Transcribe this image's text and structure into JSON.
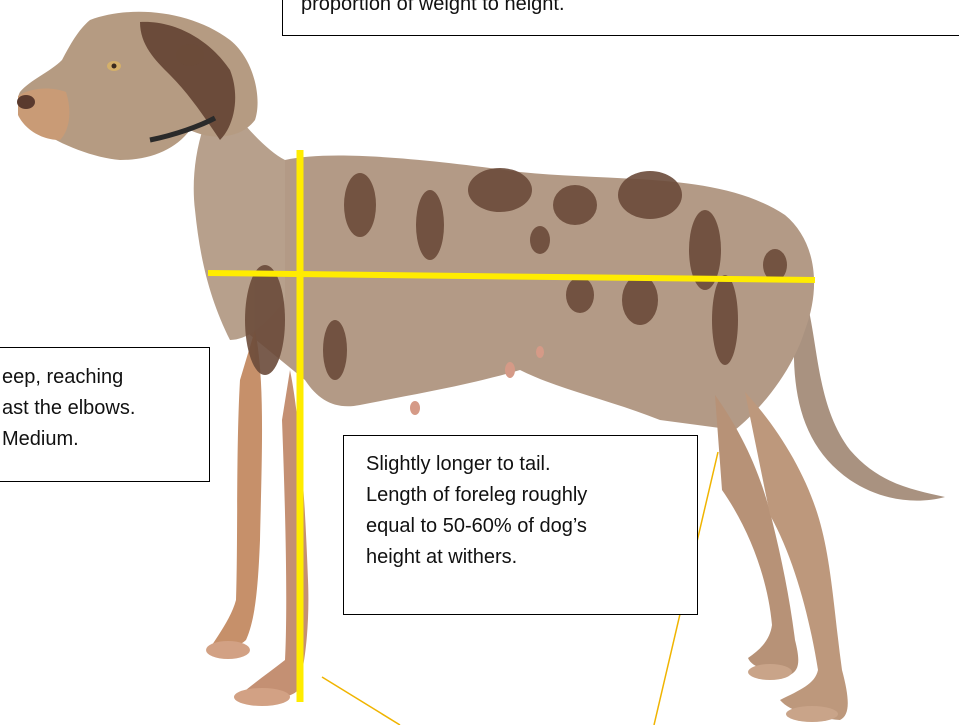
{
  "colors": {
    "measure_line": "#ffec00",
    "leader_line": "#f0b400",
    "coat_base": "#b39a86",
    "coat_patch": "#6b4b3a",
    "leg_tan": "#c6906a"
  },
  "illustration": {
    "subject": "catahoula-dog-side-profile",
    "measure_lines": [
      "height-at-withers",
      "body-length"
    ]
  },
  "callouts": [
    {
      "id": "top",
      "lines": [
        "proportion of weight to height."
      ]
    },
    {
      "id": "left",
      "lines": [
        "eep, reaching",
        "ast the elbows.",
        "Medium."
      ]
    },
    {
      "id": "mid",
      "lines": [
        "Slightly longer to tail.",
        "Length of foreleg roughly",
        "equal to 50-60% of dog’s",
        "height at withers."
      ]
    }
  ]
}
